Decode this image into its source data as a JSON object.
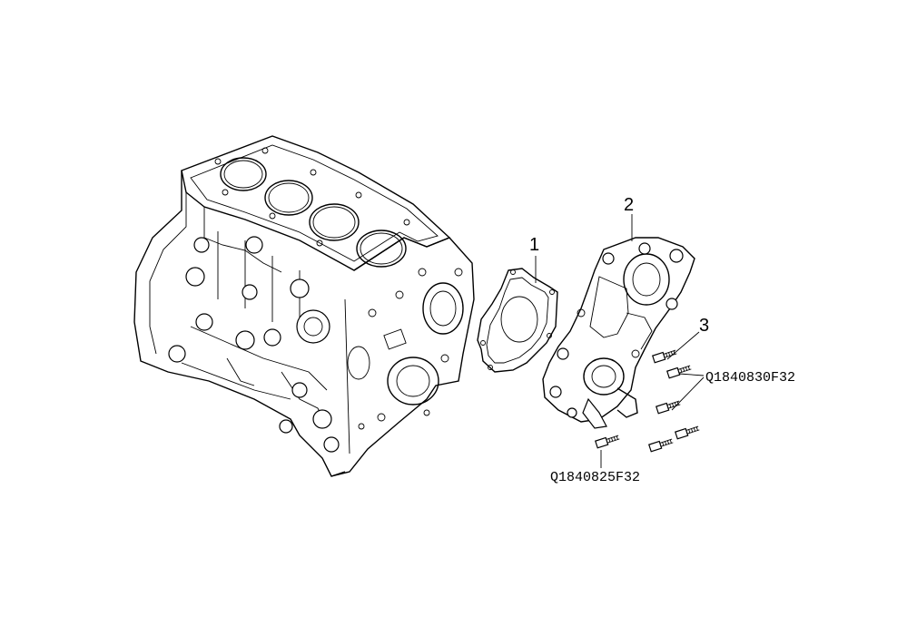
{
  "callouts": {
    "gasket": "1",
    "water_pump": "2",
    "bolts": "3"
  },
  "part_numbers": {
    "upper": "Q1840830F32",
    "lower": "Q1840825F32"
  },
  "icons": {
    "engine_block": "engine-block-icon",
    "gasket": "gasket-icon",
    "water_pump": "water-pump-icon",
    "bolt": "bolt-icon"
  }
}
